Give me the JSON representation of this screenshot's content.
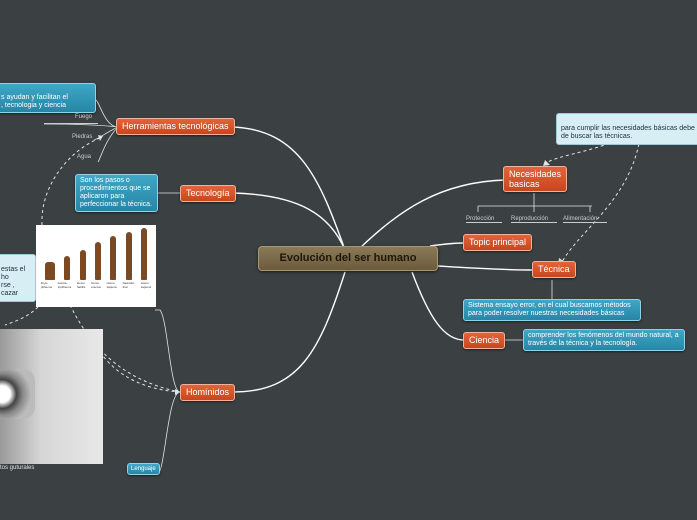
{
  "root": "Evolución del ser humano",
  "main_topics": {
    "herramientas": "Herramientas tecnológicas",
    "tecnologia": "Tecnología",
    "hominidos": "Homínidos",
    "necesidades": "Necesidades basicas",
    "topic": "Topic principal",
    "tecnica": "Técnica",
    "ciencia": "Ciencia"
  },
  "notes": {
    "herramientas_desc": "s ayudan y  facilitan el\n, tecnologia y ciencia",
    "tecnologia_desc": "Son los pasos o procedimientos que se aplicaron para perfeccionar la técnica.",
    "necesidades_note": "para cumplir las necesidades básicas debe\nde buscar las técnicas.",
    "tecnica_desc": "Sistema ensayo error, en el cual buscamos métodos para poder resolver nuestras necesidades básicas",
    "ciencia_desc": "comprender los fenómenos del mundo natural, a través de la técnica y la tecnología.",
    "hominidos_side": "estas el ho\nrse , cazar"
  },
  "tools": [
    "Fuego",
    "Piedras",
    "Agua"
  ],
  "needs": [
    "Protección",
    "Reproducción",
    "Alimentación"
  ],
  "lenguaje": "Lenguaje",
  "sonidos": "tos guturales",
  "evolution_captions": [
    "Dryo-\npithecus",
    "Austra-\nlopithecus",
    "Homo\nhabilis",
    "Homo\nerectus",
    "Homo\nsapiens",
    "Neander-\nthal",
    "Homo\nsapiens"
  ],
  "colors": {
    "background": "#3b4142",
    "topic": "#d4532a",
    "root": "#7a6848",
    "note": "#3399bb",
    "line": "#ffffff"
  }
}
